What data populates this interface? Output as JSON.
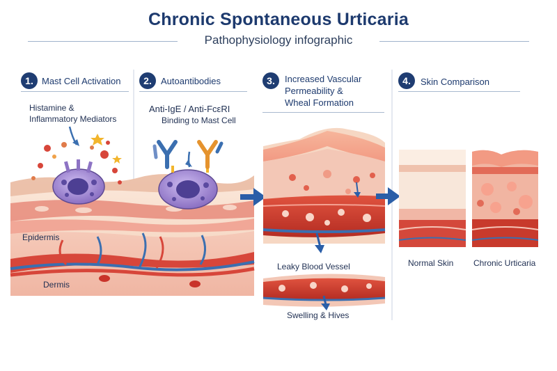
{
  "header": {
    "title": "Chronic Spontaneous Urticaria",
    "subtitle": "Pathophysiology infographic"
  },
  "sections": [
    {
      "number": "1.",
      "title": "Mast Cell Activation",
      "caption": [
        "Histamine &",
        "Inflammatory Mediators"
      ],
      "labels": [
        "Epidermis",
        "Dermis"
      ]
    },
    {
      "number": "2.",
      "title": "Autoantibodies",
      "caption": [
        "Anti-IgE / Anti-FcεRI",
        "Binding to Mast Cell"
      ]
    },
    {
      "number": "3.",
      "title": [
        "Increased Vascular",
        "Permeability &",
        "Wheal Formation"
      ],
      "labels": [
        "Leaky Blood Vessel",
        "Swelling & Hives"
      ]
    },
    {
      "number": "4.",
      "title": "Skin Comparison",
      "labels": [
        "Normal Skin",
        "Chronic Urticaria"
      ]
    }
  ],
  "colors": {
    "navy": "#1d3a6e",
    "skin_light": "#f6d9c4",
    "skin_pink": "#f0b3a4",
    "dermis_red": "#c83a2c",
    "vessel_blue": "#3b6fb0",
    "mast_cell_purple": "#8d73c4",
    "arrow_blue": "#2a5ea8"
  }
}
